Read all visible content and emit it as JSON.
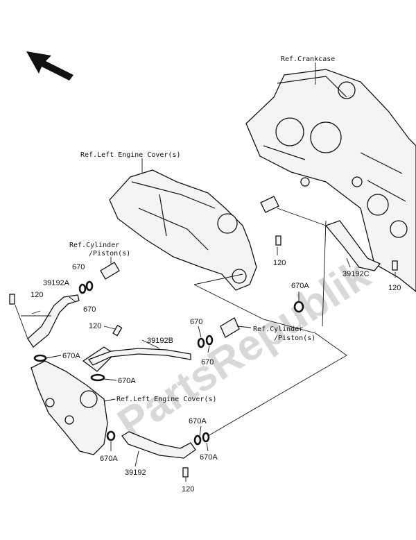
{
  "watermark": "PartsRepublik",
  "labels": {
    "ref_crankcase": "Ref.Crankcase",
    "ref_left_cover_top": "Ref.Left Engine Cover(s)",
    "ref_cylinder_left_1": "Ref.Cylinder",
    "ref_cylinder_left_2": "/Piston(s)",
    "ref_cylinder_right_1": "Ref.Cylinder",
    "ref_cylinder_right_2": "/Piston(s)",
    "ref_left_cover_bottom": "Ref.Left Engine Cover(s)",
    "p670_a": "670",
    "p670_b": "670",
    "p39192A": "39192A",
    "p120_a": "120",
    "p670A_a": "670A",
    "p120_b": "120",
    "p39192B": "39192B",
    "p670_c": "670",
    "p670_d": "670",
    "p670A_b": "670A",
    "p120_c": "120",
    "p39192C": "39192C",
    "p120_d": "120",
    "p670A_c": "670A",
    "p670A_d": "670A",
    "p670A_e": "670A",
    "p670A_f": "670A",
    "p39192": "39192",
    "p120_e": "120"
  },
  "colors": {
    "line": "#111111",
    "watermark": "#d8d8d8"
  }
}
